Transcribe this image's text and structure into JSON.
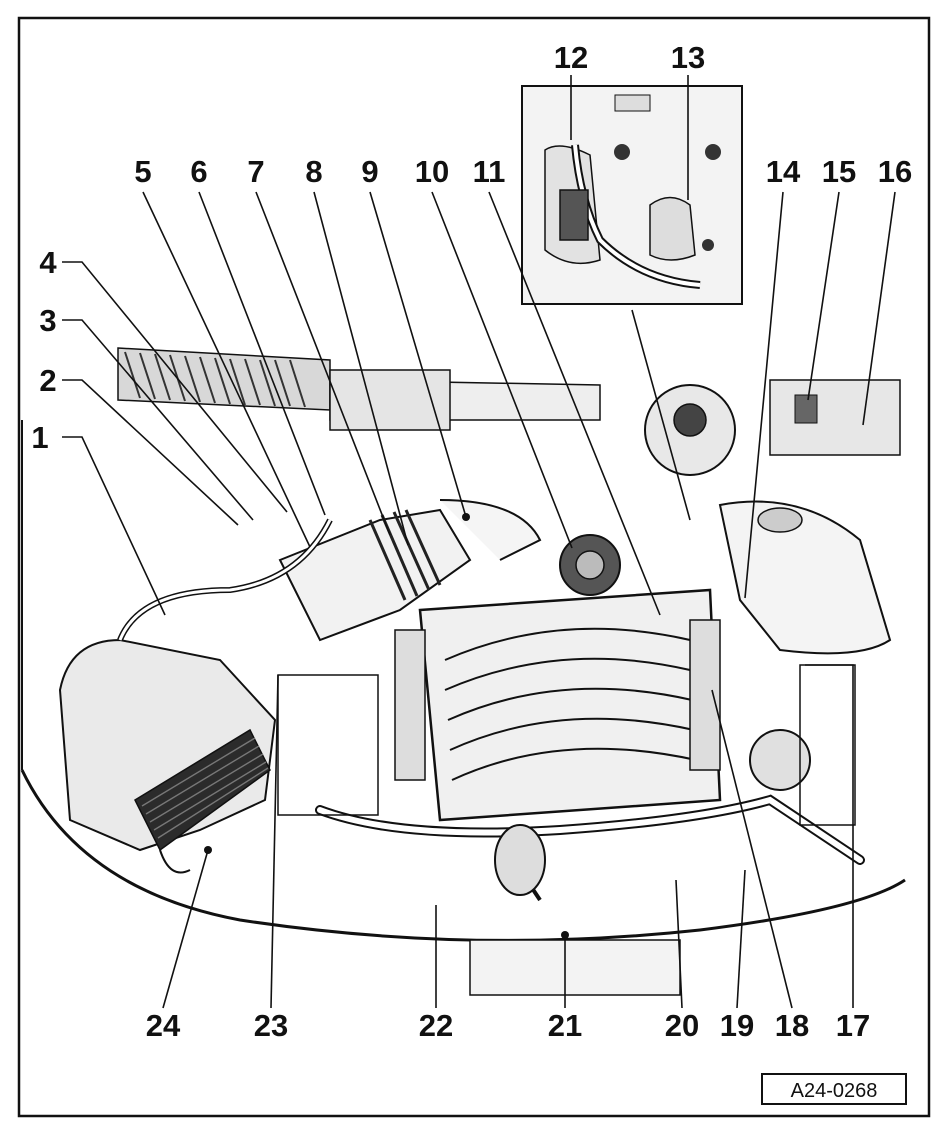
{
  "figure": {
    "reference_code": "A24-0268",
    "callouts": [
      "1",
      "2",
      "3",
      "4",
      "5",
      "6",
      "7",
      "8",
      "9",
      "10",
      "11",
      "12",
      "13",
      "14",
      "15",
      "16",
      "17",
      "18",
      "19",
      "20",
      "21",
      "22",
      "23",
      "24"
    ]
  },
  "colors": {
    "ink": "#111111",
    "paper": "#ffffff",
    "shade_dark": "#3a3a3a",
    "shade_mid": "#8a8a8a",
    "shade_light": "#cfcfcf"
  }
}
